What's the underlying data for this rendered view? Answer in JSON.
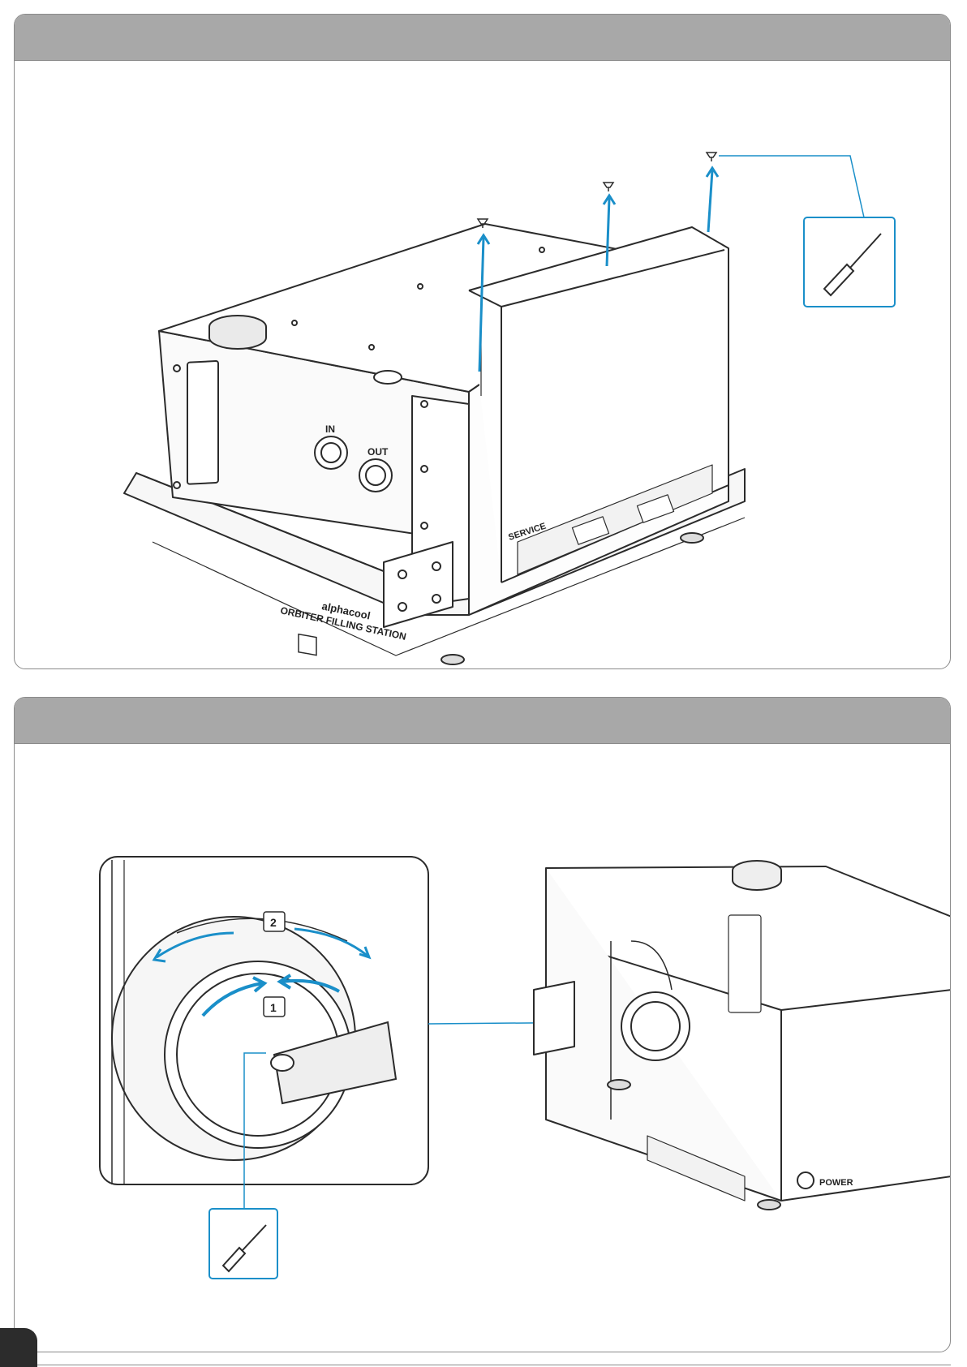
{
  "panel1": {
    "header_text": "",
    "labels": {
      "in": "IN",
      "out": "OUT",
      "service": "SERVICE",
      "brand": "alphacool",
      "product": "ORBITER FILLING STATION"
    }
  },
  "panel2": {
    "header_text": "",
    "labels": {
      "step1": "1",
      "step2": "2",
      "power": "POWER"
    }
  },
  "colors": {
    "accent": "#1a8fc9",
    "header": "#a8a8a8",
    "line": "#2b2b2b"
  },
  "icons": [
    "screwdriver-icon",
    "screw-icon",
    "arrow-up-icon",
    "rotate-arrow-icon"
  ]
}
